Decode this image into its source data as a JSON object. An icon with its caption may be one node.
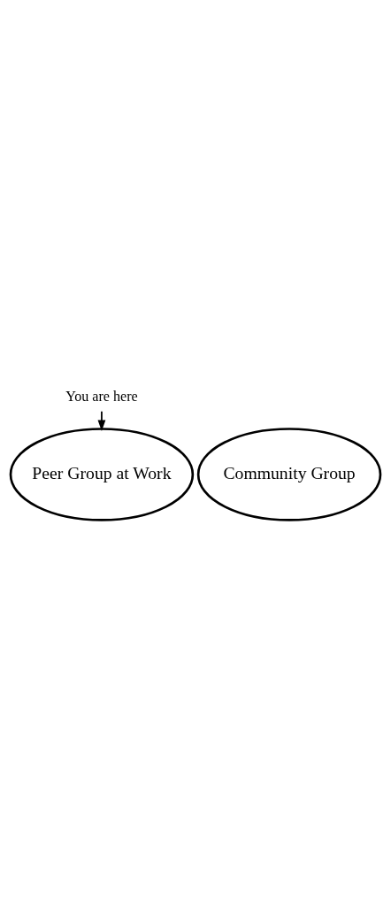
{
  "diagram": {
    "nodes": [
      {
        "text": [
          "Peer Group at Work"
        ]
      },
      {
        "text": [
          "You are here"
        ]
      },
      {
        "text": [
          "Community Group"
        ]
      }
    ],
    "edges": [
      {
        "from": 1,
        "to": 0,
        "arrow": "to"
      }
    ]
  }
}
